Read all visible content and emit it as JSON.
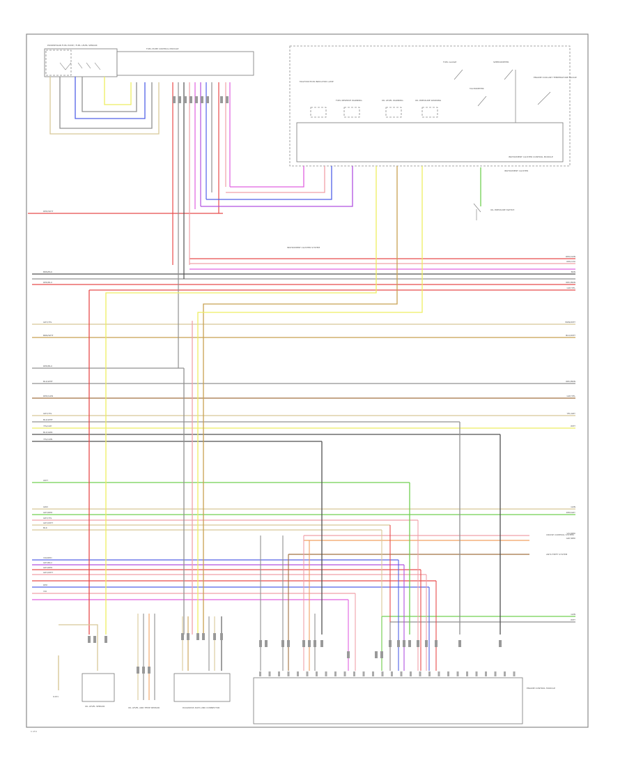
{
  "diagram": {
    "components": {
      "sensor_top_left": "POWERTRAIN FUEL PUMP / FUEL LEVEL SENSOR",
      "control_module_top": "FUEL PUMP CONTROL MODULE",
      "instrument_cluster": "INSTRUMENT CLUSTER",
      "instrument_cluster_control": "INSTRUMENT CLUSTER CONTROL MODULE",
      "cluster_system": "INSTRUMENT CLUSTER SYSTEM",
      "gauges": [
        "FUEL GAUGE",
        "SPEEDOMETER",
        "TACHOMETER",
        "ENGINE COOLANT TEMPERATURE GAUGE"
      ],
      "lamps": [
        "MALFUNCTION INDICATOR LAMP",
        "FUEL RESERVE WARNING",
        "OIL LEVEL WARNING",
        "OIL PRESSURE WARNING"
      ],
      "oil_pressure_switch": "OIL PRESSURE SWITCH",
      "oil_level_sensor": "OIL LEVEL SENSOR",
      "knock_sensor": "OIL LEVEL AND TEMP SENSOR",
      "diagnosis_connector": "DIAGNOSIS DATA LINK CONNECTOR",
      "ecm": "ENGINE CONTROL MODULE",
      "ground": "G101",
      "right_refs": [
        "CRUISE CONTROL SYSTEM",
        "ANTI-THEFT SYSTEM"
      ]
    },
    "left_wire_labels": [
      "RED/WHT",
      "BRN/BLK",
      "RED/BLU",
      "GRY/YEL",
      "BRN/WHT",
      "RED/BLU",
      "BLK/WHT",
      "RED/GRN",
      "GRY/YEL",
      "BLK/WHT",
      "YEL/GRY",
      "BLK/GRN",
      "YEL/GRN",
      "WHT",
      "GRN",
      "GRY/RED",
      "GRY/YEL",
      "GRY/WHT",
      "BLK",
      "VIO/RED",
      "GRY/BLU",
      "GRY/RED",
      "GRY/WHT",
      "RED",
      "VIO"
    ],
    "right_wire_labels": [
      "RED/GRN",
      "RED/VIO",
      "BRN",
      "RED/BRN",
      "GRY/YEL",
      "BRN/WHT",
      "BLK/WHT",
      "RED/BRN",
      "GRY/YEL",
      "YEL/GRY",
      "WHT",
      "GRN",
      "RED/GRY",
      "VIO/RED",
      "GRY/RED",
      "GRN",
      "WHT"
    ],
    "page_label": "1 of 4"
  },
  "colors": {
    "red": "#e84a4a",
    "pink": "#f0a0a8",
    "magenta": "#e060e0",
    "violet": "#b050e0",
    "blue": "#5060e8",
    "yellow": "#eded60",
    "gold": "#c8a050",
    "brown": "#a07040",
    "gray": "#909090",
    "dark": "#505050",
    "green": "#70d050",
    "orange": "#f0a060",
    "tan": "#d8c898"
  }
}
